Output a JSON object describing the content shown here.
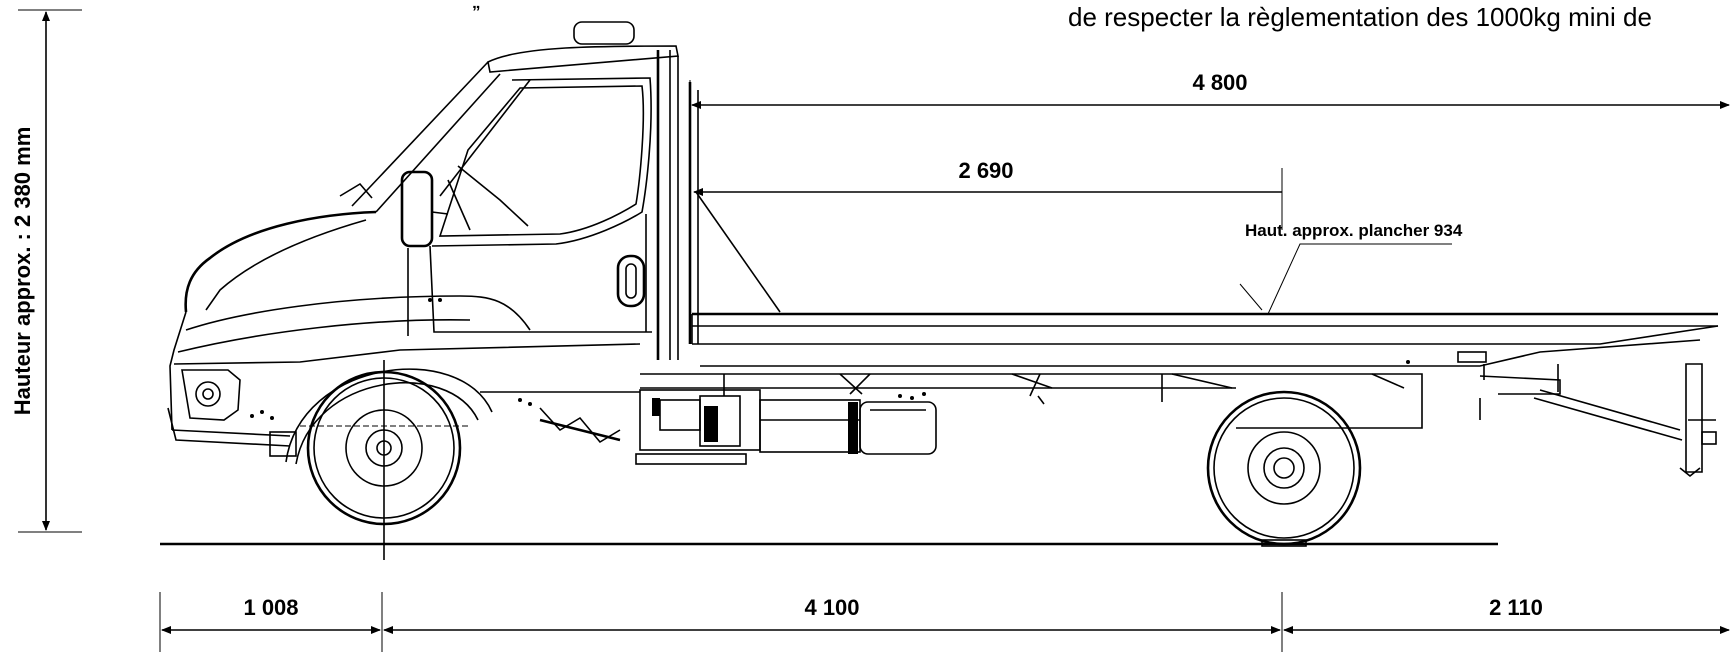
{
  "note": {
    "text": "de respecter la règlementation des 1000kg mini de"
  },
  "height_label": "Hauteur approx. : 2 380 mm",
  "floor_height_label": "Haut. approx. plancher 934",
  "dimensions": {
    "platform_length": "4 800",
    "cab_to_axle": "2 690",
    "front_overhang": "1 008",
    "wheelbase": "4 100",
    "rear_overhang": "2 110"
  },
  "colors": {
    "line": "#000000",
    "background": "#ffffff"
  }
}
